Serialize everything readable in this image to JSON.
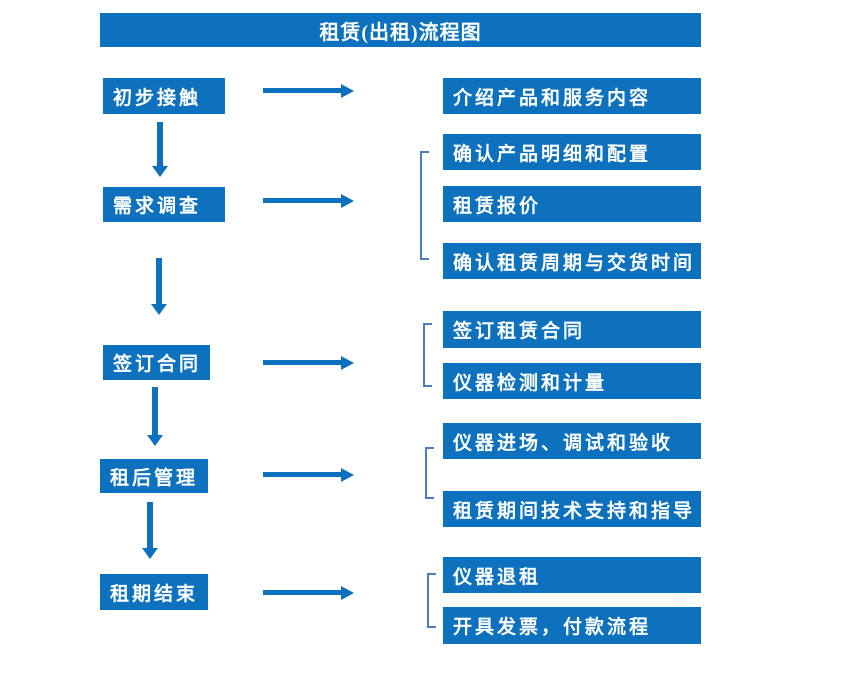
{
  "title": "租赁(出租)流程图",
  "colors": {
    "primary": "#0d71bd",
    "bracket_line": "#4a7ebb",
    "text_on_primary": "#ffffff",
    "background": "#ffffff"
  },
  "steps": [
    {
      "label": "初步接触"
    },
    {
      "label": "需求调查"
    },
    {
      "label": "签订合同"
    },
    {
      "label": "租后管理"
    },
    {
      "label": "租期结束"
    }
  ],
  "details": [
    {
      "label": "介绍产品和服务内容"
    },
    {
      "label": "确认产品明细和配置"
    },
    {
      "label": "租赁报价"
    },
    {
      "label": "确认租赁周期与交货时间"
    },
    {
      "label": "签订租赁合同"
    },
    {
      "label": "仪器检测和计量"
    },
    {
      "label": "仪器进场、调试和验收"
    },
    {
      "label": "租赁期间技术支持和指导"
    },
    {
      "label": "仪器退租"
    },
    {
      "label": "开具发票，付款流程"
    }
  ]
}
